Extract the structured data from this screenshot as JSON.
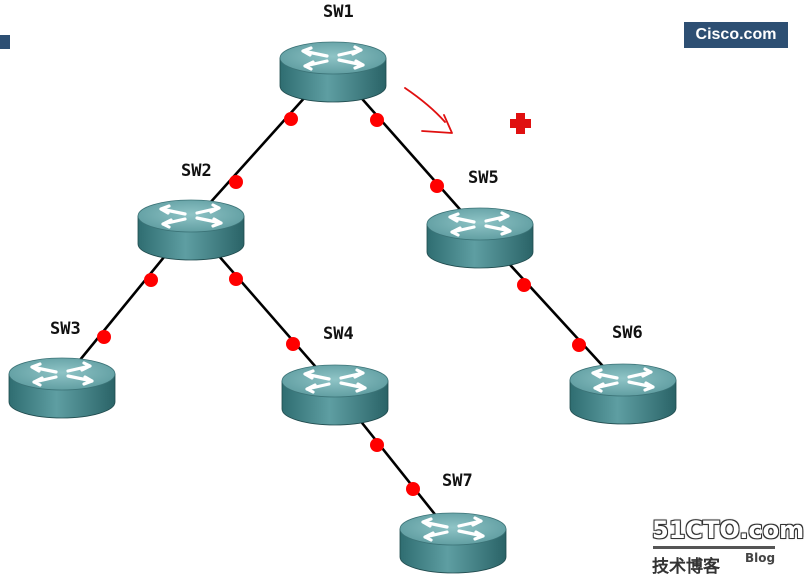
{
  "switches": [
    {
      "id": "sw1",
      "label": "SW1"
    },
    {
      "id": "sw2",
      "label": "SW2"
    },
    {
      "id": "sw3",
      "label": "SW3"
    },
    {
      "id": "sw4",
      "label": "SW4"
    },
    {
      "id": "sw5",
      "label": "SW5"
    },
    {
      "id": "sw6",
      "label": "SW6"
    },
    {
      "id": "sw7",
      "label": "SW7"
    }
  ],
  "links": [
    {
      "from": "sw1",
      "to": "sw2"
    },
    {
      "from": "sw1",
      "to": "sw5"
    },
    {
      "from": "sw2",
      "to": "sw3"
    },
    {
      "from": "sw2",
      "to": "sw4"
    },
    {
      "from": "sw4",
      "to": "sw7"
    },
    {
      "from": "sw5",
      "to": "sw6"
    }
  ],
  "badge": {
    "text": "Cisco.com"
  },
  "watermark": {
    "site": "51CTO.com",
    "subtitle": "技术博客",
    "blog": "Blog"
  },
  "colors": {
    "device_top": "#6aa6aa",
    "device_side": "#3d7f83",
    "port_dot": "#ff0000",
    "link": "#000000",
    "annotation": "#e01010"
  }
}
